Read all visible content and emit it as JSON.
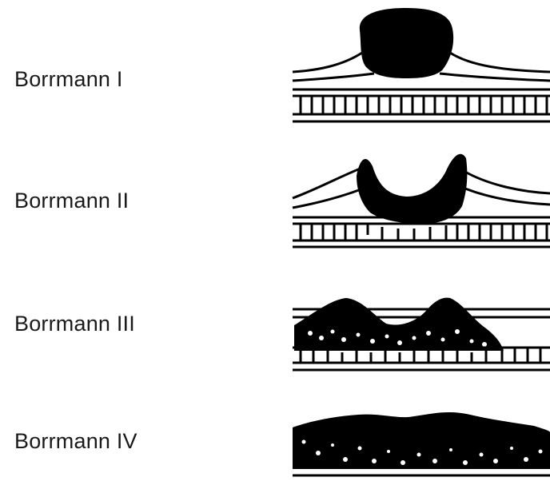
{
  "labels": [
    "Borrmann I",
    "Borrmann II",
    "Borrmann III",
    "Borrmann IV"
  ],
  "colors": {
    "ink": "#000000",
    "text": "#1a1a1a",
    "background": "#ffffff"
  }
}
